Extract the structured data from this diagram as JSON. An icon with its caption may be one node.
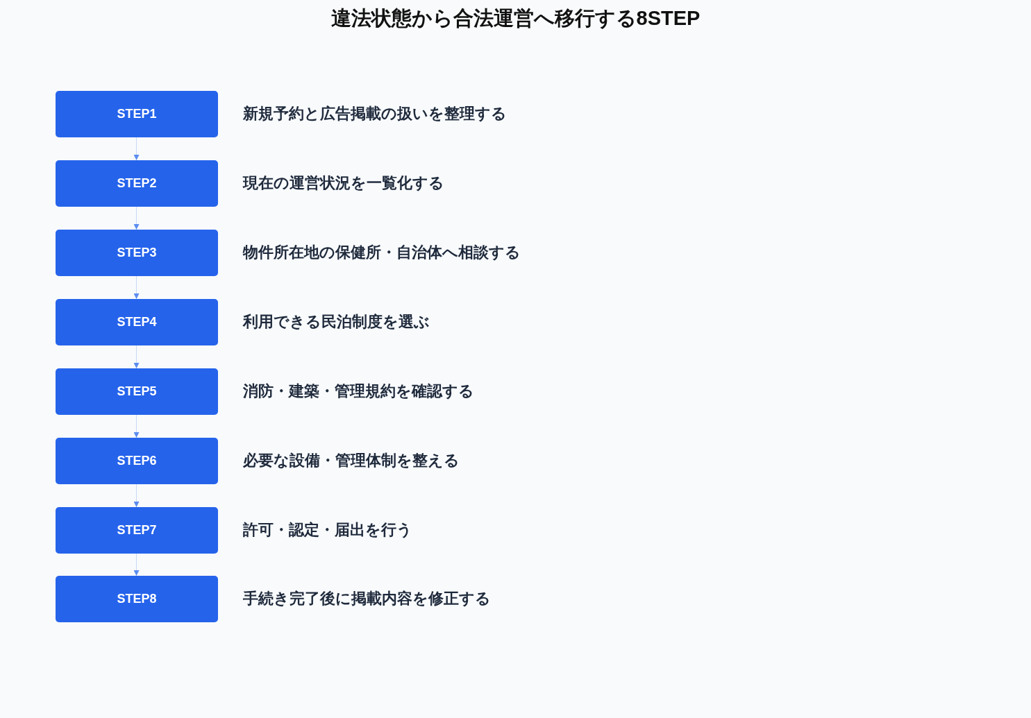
{
  "diagram": {
    "title": "違法状態から合法運営へ移行する8STEP",
    "nodes": [
      {
        "text": [
          "STEP1"
        ],
        "beside": [
          "新規予約と広告掲載の扱いを整理する"
        ]
      },
      {
        "text": [
          "STEP2"
        ],
        "beside": [
          "現在の運営状況を一覧化する"
        ]
      },
      {
        "text": [
          "STEP3"
        ],
        "beside": [
          "物件所在地の保健所・自治体へ相談する"
        ]
      },
      {
        "text": [
          "STEP4"
        ],
        "beside": [
          "利用できる民泊制度を選ぶ"
        ]
      },
      {
        "text": [
          "STEP5"
        ],
        "beside": [
          "消防・建築・管理規約を確認する"
        ]
      },
      {
        "text": [
          "STEP6"
        ],
        "beside": [
          "必要な設備・管理体制を整える"
        ]
      },
      {
        "text": [
          "STEP7"
        ],
        "beside": [
          "許可・認定・届出を行う"
        ]
      },
      {
        "text": [
          "STEP8"
        ],
        "beside": [
          "手続き完了後に掲載内容を修正する"
        ]
      }
    ],
    "edges": [
      {
        "from": 0,
        "to": 1,
        "arrow": "to"
      },
      {
        "from": 1,
        "to": 2,
        "arrow": "to"
      },
      {
        "from": 2,
        "to": 3,
        "arrow": "to"
      },
      {
        "from": 3,
        "to": 4,
        "arrow": "to"
      },
      {
        "from": 4,
        "to": 5,
        "arrow": "to"
      },
      {
        "from": 5,
        "to": 6,
        "arrow": "to"
      },
      {
        "from": 6,
        "to": 7,
        "arrow": "to"
      }
    ]
  }
}
